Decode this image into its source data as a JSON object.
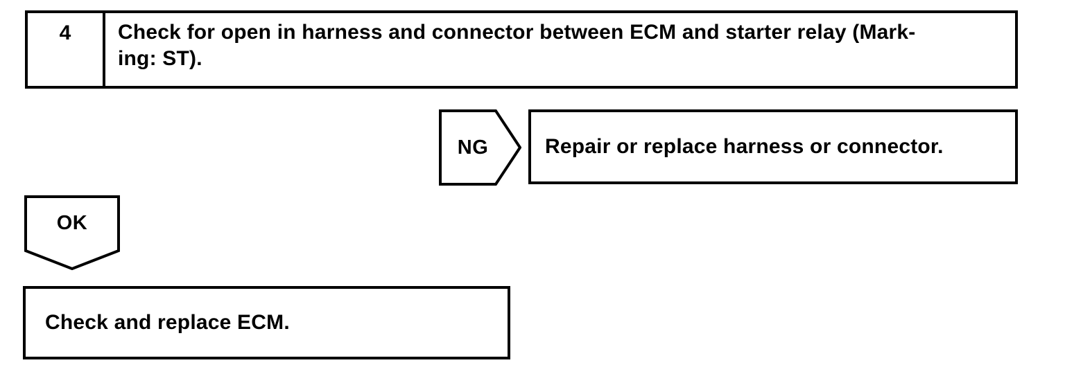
{
  "flowchart": {
    "step": {
      "number": "4",
      "instruction_line1": "Check for open in harness and connector between ECM and starter relay (Mark-",
      "instruction_line2": "ing: ST)."
    },
    "ng_branch": {
      "label": "NG",
      "action": "Repair or replace harness or connector."
    },
    "ok_branch": {
      "label": "OK",
      "action": "Check and replace ECM."
    }
  },
  "colors": {
    "ink": "#000000",
    "paper": "#ffffff"
  }
}
